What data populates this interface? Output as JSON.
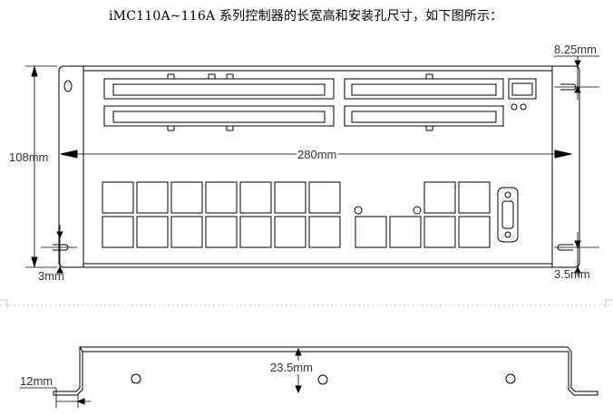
{
  "title": "iMC110A~116A 系列控制器的长宽高和安装孔尺寸，如下图所示：",
  "front_view": {
    "width_label": "280mm",
    "height_label": "108mm",
    "hole_offset_top_label": "8.25mm",
    "hole_offset_bottom_label": "3.5mm",
    "flange_label": "3mm"
  },
  "side_view": {
    "depth_label": "23.5mm",
    "flange_label": "12mm"
  },
  "colors": {
    "line": "#000000",
    "text": "#333333",
    "background": "#ffffff"
  }
}
